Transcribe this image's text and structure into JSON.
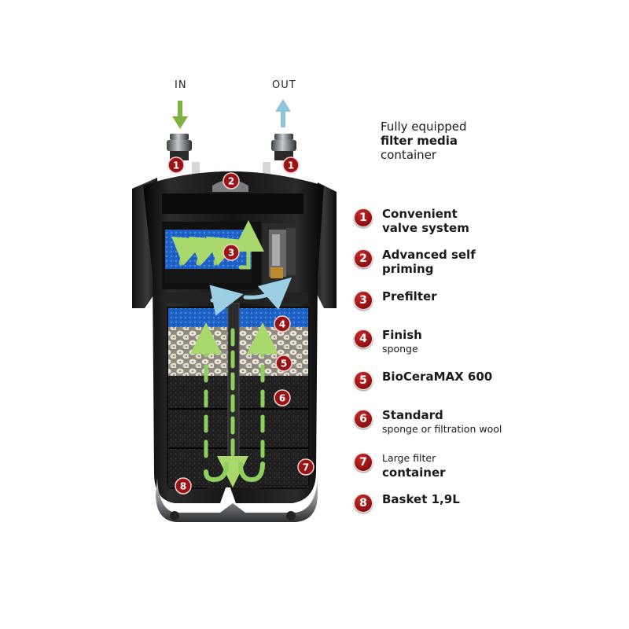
{
  "inlet_label": "IN",
  "outlet_label": "OUT",
  "heading": {
    "line1": "Fully equipped",
    "line2": "filter media",
    "line3": "container"
  },
  "legend": [
    {
      "number": "1",
      "main": "Convenient",
      "main2": "valve system",
      "sub": ""
    },
    {
      "number": "2",
      "main": "Advanced self",
      "main2": "priming",
      "sub": ""
    },
    {
      "number": "3",
      "main": "Prefilter",
      "main2": "",
      "sub": ""
    },
    {
      "number": "4",
      "main": "Finish",
      "main2": "",
      "sub": "sponge"
    },
    {
      "number": "5",
      "main": "BioCeraMAX 600",
      "main2": "",
      "sub": ""
    },
    {
      "number": "6",
      "main": "Standard",
      "main2": "",
      "sub": "sponge or filtration wool"
    },
    {
      "number": "7",
      "main": "",
      "main2": "container",
      "sub": "Large filter",
      "sub_first": true
    },
    {
      "number": "8",
      "main": "Basket 1,9L",
      "main2": "",
      "sub": ""
    }
  ],
  "callouts": [
    "1",
    "1",
    "2",
    "3",
    "4",
    "5",
    "6",
    "7",
    "8"
  ],
  "colors": {
    "badge": "#9a1416",
    "inflow_arrow": "#7fb241",
    "outflow_arrow": "#8fc4dc",
    "body": "#111111",
    "sponge_blue": "#1e64c8"
  }
}
